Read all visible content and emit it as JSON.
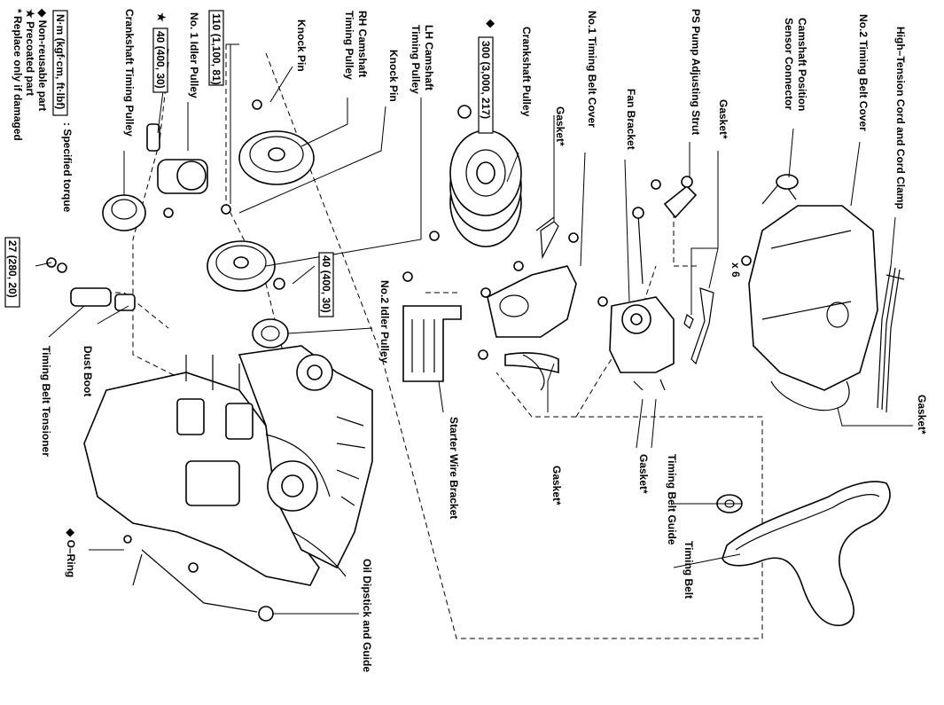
{
  "labels": {
    "high_tension_cord": "High–Tension Cord and Cord Clamp",
    "no2_timing_belt_cover": "No.2 Timing Belt Cover",
    "camshaft_position_sensor": "Camshaft Position",
    "camshaft_position_sensor_2": "Sensor Connector",
    "gasket_star": "Gasket*",
    "ps_pump_strut": "PS Pump Adjusting Strut",
    "fan_bracket": "Fan Bracket",
    "no1_timing_belt_cover": "No.1 Timing Belt Cover",
    "crankshaft_pulley": "Crankshaft Pulley",
    "torque_300": "300 (3,000, 217)",
    "lh_camshaft_pulley": "LH Camshaft",
    "lh_camshaft_pulley_2": "Timing Pulley",
    "knock_pin": "Knock Pin",
    "rh_camshaft_pulley": "RH Camshaft",
    "rh_camshaft_pulley_2": "Timing Pulley",
    "torque_110": "110 (1,100, 81)",
    "no1_idler_pulley": "No. 1 Idler Pulley",
    "torque_40a": "40 (400, 30)",
    "crankshaft_timing_pulley": "Crankshaft Timing Pulley",
    "legend_nm": "N·m (kgf·cm, ft·lbf)",
    "legend_specified": ": Specified torque",
    "legend_nonreusable": "◆ Non-reusable part",
    "legend_precoated": "★ Precoated part",
    "legend_replace": "* Replace only if damaged",
    "torque_40b": "40 (400, 30)",
    "no2_idler_pulley": "No.2 Idler Pulley",
    "torque_27": "27 (280, 20)",
    "dust_boot": "Dust Boot",
    "timing_belt_tensioner": "Timing Belt Tensioner",
    "o_ring": "◆ O–Ring",
    "oil_dipstick": "Oil Dipstick and Guide",
    "starter_wire_bracket": "Starter Wire Bracket",
    "gasket_b": "Gasket*",
    "gasket_c": "Gasket*",
    "timing_belt_guide": "Timing Belt Guide",
    "timing_belt": "Timing Belt",
    "gasket_d": "Gasket*",
    "gasket_e": "Gasket*",
    "x6": "x 6",
    "star": "★",
    "diamond": "◆"
  }
}
